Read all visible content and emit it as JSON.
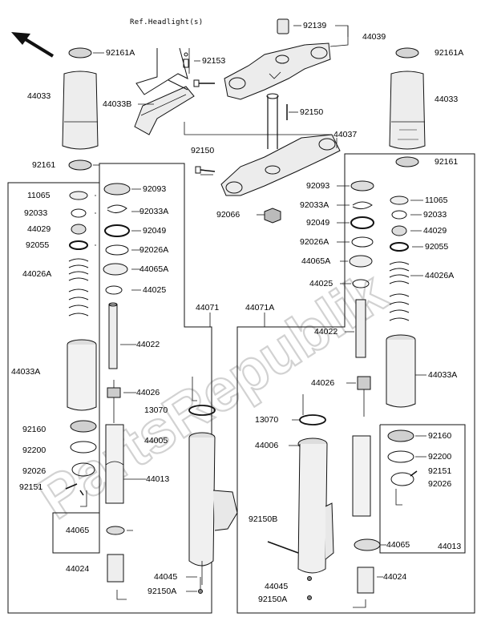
{
  "watermark": "PartsRepublik",
  "reference_note": "Ref.Headlight(s)",
  "labels": {
    "l92139": "92139",
    "l44039": "44039",
    "l92153": "92153",
    "l44033B": "44033B",
    "l92150top": "92150",
    "l44037": "44037",
    "l92150mid": "92150",
    "l92066": "92066",
    "l92161A_left": "92161A",
    "l44033_left": "44033",
    "l92161_left": "92161",
    "l92161A_right": "92161A",
    "l44033_right": "44033",
    "l92161_right": "92161",
    "l11065_left": "11065",
    "l92033_left": "92033",
    "l44029_left": "44029",
    "l92055_left": "92055",
    "l44026A_left": "44026A",
    "l44033A_left": "44033A",
    "l92160_left": "92160",
    "l92200_left": "92200",
    "l92026_left": "92026",
    "l92151_left": "92151",
    "l92093_left": "92093",
    "l92033A_left": "92033A",
    "l92049_left": "92049",
    "l92026A_left": "92026A",
    "l44065A_left": "44065A",
    "l44025_left": "44025",
    "l44022_left": "44022",
    "l44026_left": "44026",
    "l44013_left": "44013",
    "l44065_left": "44065",
    "l44024_left": "44024",
    "l44071": "44071",
    "l44071A": "44071A",
    "l13070_left": "13070",
    "l44005": "44005",
    "l44045_left": "44045",
    "l92150A_left": "92150A",
    "l92093_right": "92093",
    "l92033A_right": "92033A",
    "l92049_right": "92049",
    "l92026A_right": "92026A",
    "l44065A_right": "44065A",
    "l44025_right": "44025",
    "l44022_right": "44022",
    "l44026_right": "44026",
    "l13070_right": "13070",
    "l44006": "44006",
    "l92150B": "92150B",
    "l44045_right": "44045",
    "l92150A_right": "92150A",
    "l11065_right": "11065",
    "l92033_right": "92033",
    "l44029_right": "44029",
    "l92055_right": "92055",
    "l44026A_right": "44026A",
    "l44033A_right": "44033A",
    "l92160_right": "92160",
    "l92200_right": "92200",
    "l92151_right": "92151",
    "l92026_right": "92026",
    "l44065_right": "44065",
    "l44013_right": "44013",
    "l44024_right": "44024"
  },
  "colors": {
    "line": "#111111",
    "fill_light": "#e6e6e6",
    "fill_mid": "#c8c8c8",
    "fill_dark": "#555555",
    "watermark": "#d6d6d6"
  }
}
